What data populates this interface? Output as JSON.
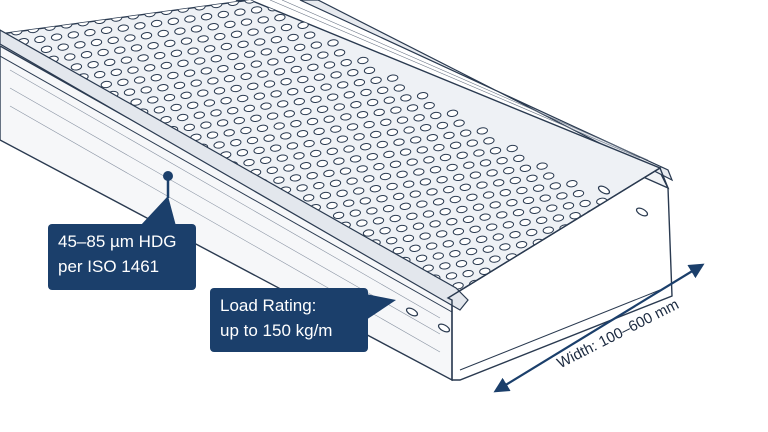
{
  "callouts": {
    "coating": {
      "line1": "45–85 µm HDG",
      "line2": "per ISO 1461"
    },
    "load": {
      "line1": "Load Rating:",
      "line2": "up to 150 kg/m"
    }
  },
  "dimension": {
    "label": "Width: 100–600 mm"
  },
  "colors": {
    "callout_bg": "#1b3f6b",
    "ink": "#2a3a50",
    "accent": "#1b3f6b"
  }
}
